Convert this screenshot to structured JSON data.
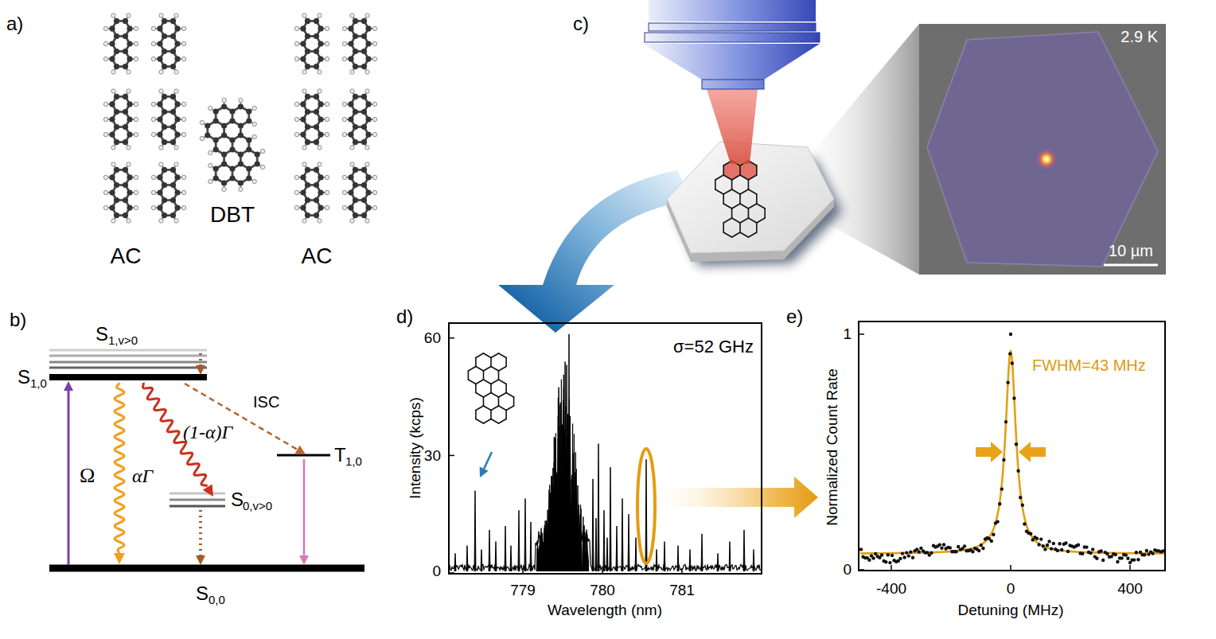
{
  "diagram": {
    "nodes": [
      {
        "text": [
          "2.9 K",
          "10 µm"
        ]
      },
      {
        "text": [
          "σ=52 GHz"
        ]
      },
      {
        "text": [
          "FWHM=43 MHz"
        ]
      }
    ],
    "edges": [
      {
        "from": 1,
        "to": 2,
        "arrow": "to"
      }
    ],
    "labels": [
      "a)",
      "AC",
      "DBT",
      "AC",
      "b)",
      "S",
      "1,v>0",
      "S",
      "1,0",
      "ISC",
      "T",
      "1,0",
      "Ω",
      "αΓ",
      "(1-α)Γ",
      "S",
      "0,v>0",
      "S",
      "0,0",
      "c)",
      "d)",
      "60",
      "30",
      "0",
      "Intensity (kcps)",
      "779",
      "780",
      "781",
      "Wavelength (nm)",
      "e)",
      "1",
      "0",
      "Normalized Count Rate",
      "-400",
      "0",
      "400",
      "Detuning (MHz)"
    ]
  }
}
